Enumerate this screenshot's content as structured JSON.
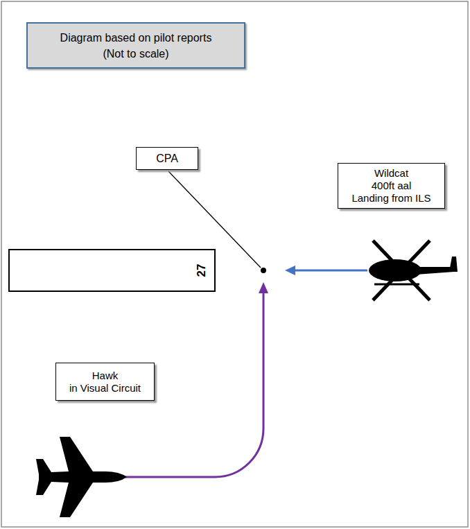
{
  "diagram": {
    "nodes": [
      {
        "text": [
          "Diagram based on pilot reports",
          "(Not to scale)"
        ]
      },
      {
        "text": [
          "CPA"
        ]
      },
      {
        "text": [
          "Wildcat",
          "400ft aal",
          "Landing from ILS"
        ]
      },
      {
        "text": [
          "27"
        ]
      },
      {
        "text": [
          "Hawk",
          "in Visual Circuit"
        ]
      }
    ]
  }
}
